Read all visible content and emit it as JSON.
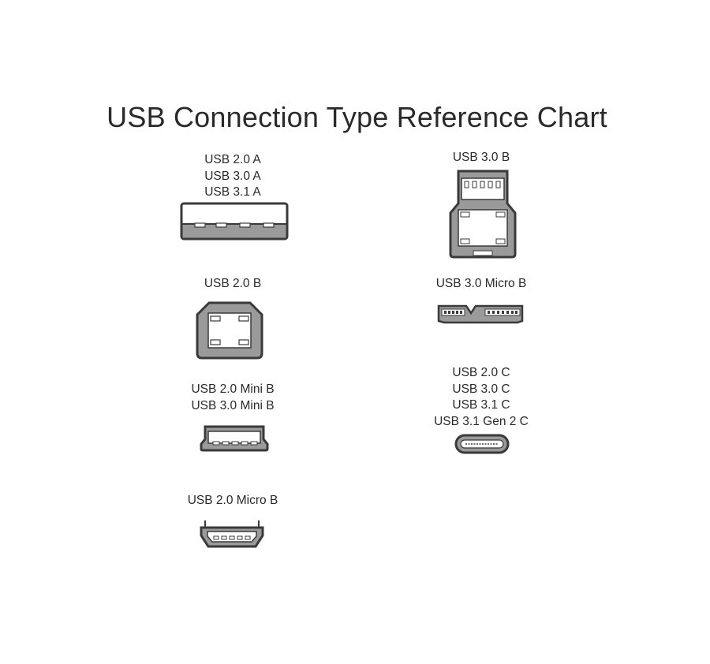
{
  "title": "USB Connection Type Reference Chart",
  "connectors": {
    "usb_a": {
      "labels": [
        "USB 2.0 A",
        "USB 3.0 A",
        "USB 3.1 A"
      ],
      "icon": "usb-a-connector-icon"
    },
    "usb2_b": {
      "labels": [
        "USB 2.0 B"
      ],
      "icon": "usb-b-connector-icon"
    },
    "mini_b": {
      "labels": [
        "USB 2.0 Mini B",
        "USB 3.0 Mini B"
      ],
      "icon": "usb-mini-b-connector-icon"
    },
    "micro_b": {
      "labels": [
        "USB 2.0 Micro B"
      ],
      "icon": "usb-micro-b-connector-icon"
    },
    "usb3_b": {
      "labels": [
        "USB 3.0 B"
      ],
      "icon": "usb3-b-connector-icon"
    },
    "usb3_micro_b": {
      "labels": [
        "USB 3.0 Micro B"
      ],
      "icon": "usb3-micro-b-connector-icon"
    },
    "usb_c": {
      "labels": [
        "USB 2.0 C",
        "USB 3.0 C",
        "USB 3.1 C",
        "USB 3.1 Gen 2 C"
      ],
      "icon": "usb-c-connector-icon"
    }
  },
  "colors": {
    "outline": "#3a3a3a",
    "fill": "#9a9a9a",
    "background": "#ffffff",
    "text": "#2a2a2a"
  }
}
